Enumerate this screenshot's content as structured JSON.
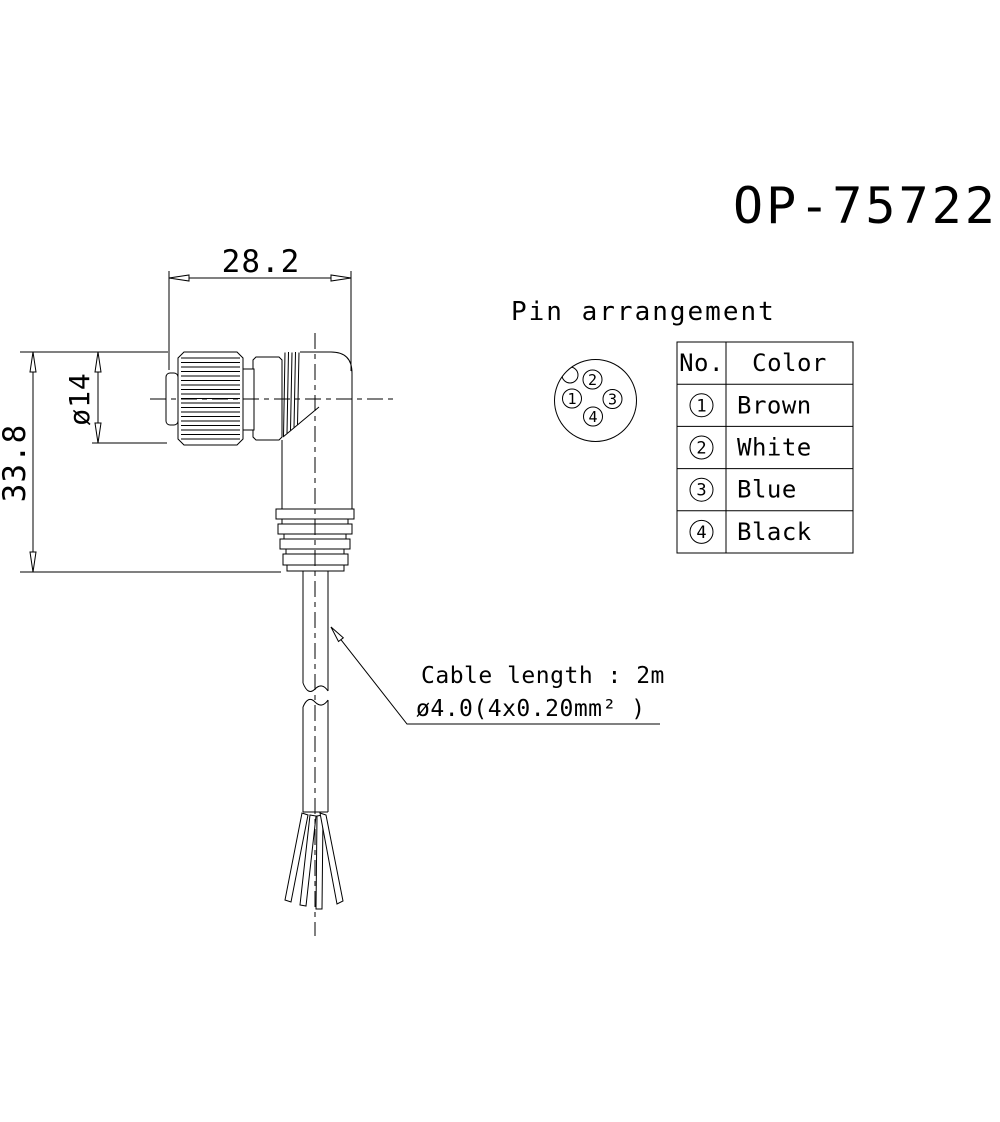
{
  "title": "OP-75722",
  "pin_arrangement": {
    "heading": "Pin arrangement",
    "pins": [
      {
        "label": "1"
      },
      {
        "label": "2"
      },
      {
        "label": "3"
      },
      {
        "label": "4"
      }
    ]
  },
  "pin_table": {
    "header_no": "No.",
    "header_color": "Color",
    "rows": [
      {
        "no": "1",
        "color": "Brown"
      },
      {
        "no": "2",
        "color": "White"
      },
      {
        "no": "3",
        "color": "Blue"
      },
      {
        "no": "4",
        "color": "Black"
      }
    ]
  },
  "dimensions": {
    "width_mm": "28.2",
    "nut_diameter": "ø14",
    "height_mm": "33.8"
  },
  "cable_note": {
    "length": "Cable length : 2m",
    "spec": "ø4.0(4x0.20mm² )"
  },
  "colors": {
    "line": "#000000",
    "background": "#ffffff"
  }
}
